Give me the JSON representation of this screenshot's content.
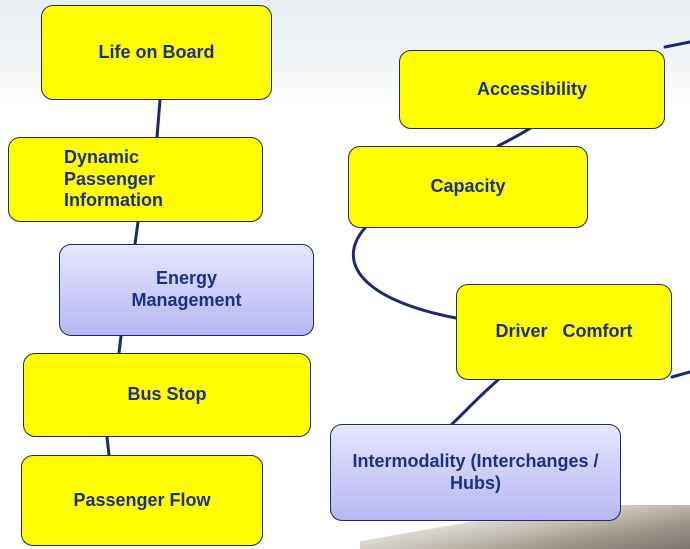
{
  "nodes": {
    "life_on_board": "Life on Board",
    "dynamic_passenger_information": "Dynamic Passenger Information",
    "energy_management": "Energy Management",
    "bus_stop": "Bus Stop",
    "passenger_flow": "Passenger Flow",
    "accessibility": "Accessibility",
    "capacity": "Capacity",
    "driver_comfort": "Driver   Comfort",
    "intermodality": "Intermodality (Interchanges / Hubs)"
  },
  "colors": {
    "topic_fill": "#ffff00",
    "alt_fill": "#c9c8f6",
    "border": "#1a2a6c",
    "text": "#1d2f86"
  }
}
